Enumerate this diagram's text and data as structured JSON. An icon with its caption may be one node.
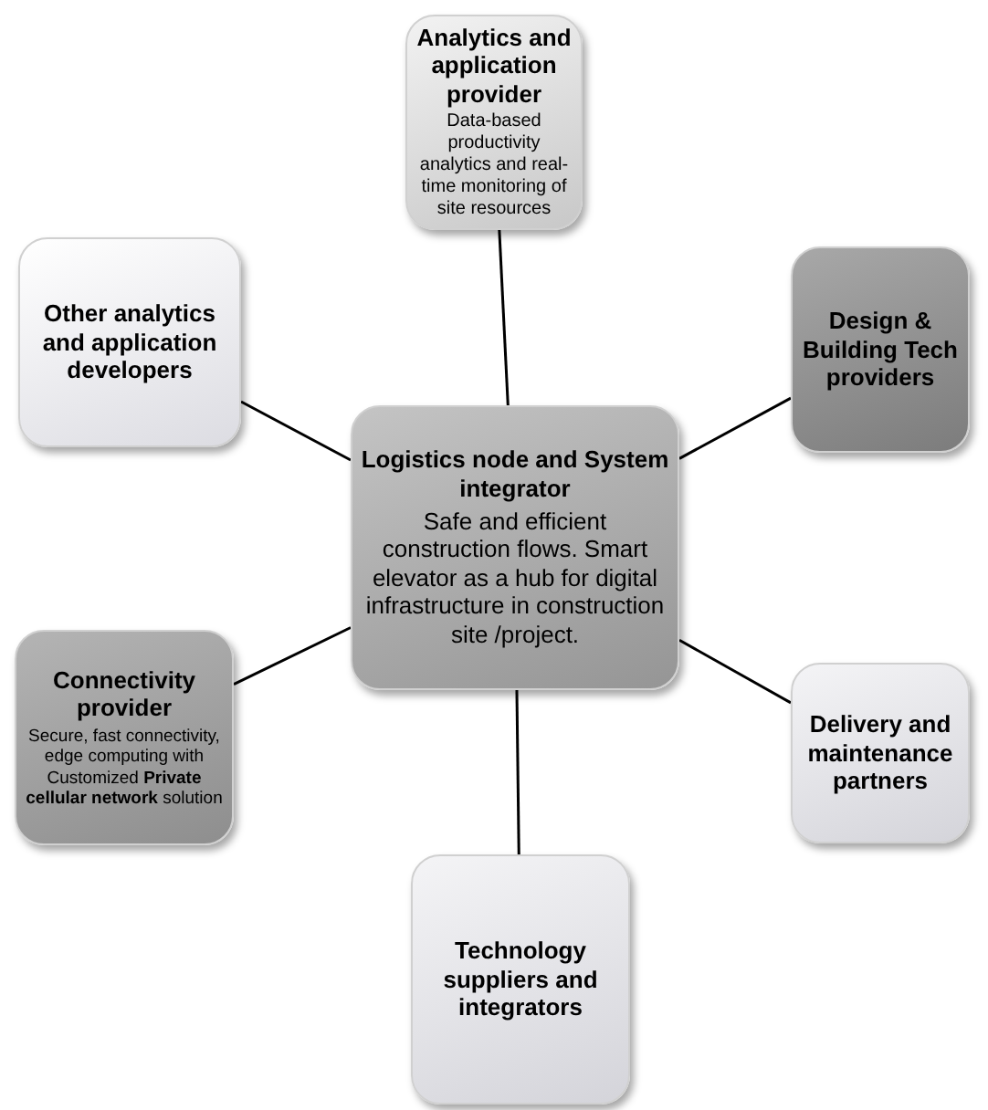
{
  "diagram": {
    "nodes": [
      {
        "text": [
          "Analytics and application provider",
          "Data-based productivity analytics and real-time monitoring of site resources"
        ]
      },
      {
        "text": [
          "Other analytics and application developers"
        ]
      },
      {
        "text": [
          "Logistics node and System integrator",
          "Safe and efficient construction  flows. Smart elevator as a hub for digital infrastructure in construction site /project."
        ]
      },
      {
        "text": [
          "Design & Building Tech providers"
        ]
      },
      {
        "text": [
          "Connectivity provider",
          "Secure, fast connectivity, edge computing with Customized **Private cellular network** solution"
        ]
      },
      {
        "text": [
          "Delivery and maintenance partners"
        ]
      },
      {
        "text": [
          "Technology suppliers and integrators"
        ]
      }
    ],
    "edges": [
      {
        "from": 2,
        "to": 0,
        "arrow": "none"
      },
      {
        "from": 2,
        "to": 1,
        "arrow": "none"
      },
      {
        "from": 2,
        "to": 3,
        "arrow": "none"
      },
      {
        "from": 2,
        "to": 4,
        "arrow": "none"
      },
      {
        "from": 2,
        "to": 5,
        "arrow": "none"
      },
      {
        "from": 2,
        "to": 6,
        "arrow": "none"
      }
    ]
  }
}
